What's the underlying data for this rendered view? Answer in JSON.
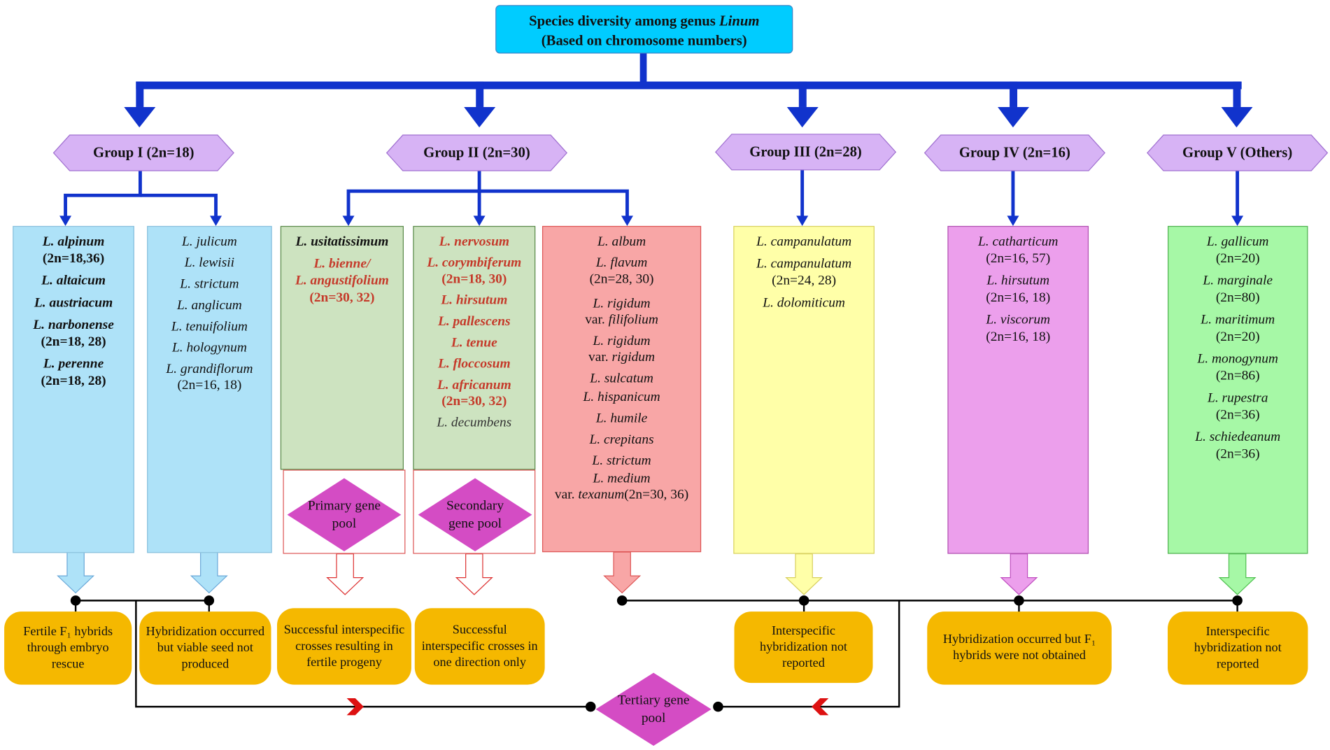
{
  "title": {
    "line1": "Species diversity among genus ",
    "genus": "Linum",
    "line2": "(Based on chromosome numbers)"
  },
  "groups": [
    {
      "label": "Group I (2n=18)"
    },
    {
      "label": "Group II (2n=30)"
    },
    {
      "label": "Group III (2n=28)"
    },
    {
      "label": "Group IV (2n=16)"
    },
    {
      "label": "Group V (Others)"
    }
  ],
  "boxes": {
    "g1a": [
      {
        "sp": "L. alpinum",
        "ch": "(2n=18,36)"
      },
      {
        "sp": "L. altaicum"
      },
      {
        "sp": "L. austriacum"
      },
      {
        "sp": "L. narbonense",
        "ch": "(2n=18, 28)"
      },
      {
        "sp": "L. perenne",
        "ch": "(2n=18, 28)"
      }
    ],
    "g1b": [
      {
        "sp": "L. julicum"
      },
      {
        "sp": "L. lewisii"
      },
      {
        "sp": "L. strictum"
      },
      {
        "sp": "L. anglicum"
      },
      {
        "sp": "L. tenuifolium"
      },
      {
        "sp": "L. hologynum"
      },
      {
        "sp": "L. grandiflorum",
        "ch": "(2n=16, 18)"
      }
    ],
    "g2a": [
      {
        "sp": "L. usitatissimum"
      },
      {
        "sp": "L. bienne/",
        "sp2": "L. angustifolium",
        "ch": "(2n=30, 32)"
      }
    ],
    "g2b": [
      {
        "sp": "L. nervosum"
      },
      {
        "sp": "L. corymbiferum",
        "ch": "(2n=18, 30)"
      },
      {
        "sp": "L. hirsutum"
      },
      {
        "sp": "L. pallescens"
      },
      {
        "sp": "L. tenue"
      },
      {
        "sp": "L. floccosum"
      },
      {
        "sp": "L. africanum",
        "ch": "(2n=30, 32)"
      },
      {
        "sp": "L. decumbens"
      }
    ],
    "g2c": [
      {
        "sp": "L. album"
      },
      {
        "sp": "L. flavum",
        "ch": "(2n=28, 30)"
      },
      {
        "sp": "L. rigidum",
        "var": "var. ",
        "varsp": "filifolium"
      },
      {
        "sp": "L. rigidum",
        "var": "var. ",
        "varsp": "rigidum"
      },
      {
        "sp": "L. sulcatum"
      },
      {
        "sp": "L. hispanicum"
      },
      {
        "sp": "L. humile"
      },
      {
        "sp": "L. crepitans"
      },
      {
        "sp": "L. strictum"
      },
      {
        "sp": "L. medium",
        "var": "var. ",
        "varsp": "texanum",
        "ch": "(2n=30, 36)"
      }
    ],
    "g3": [
      {
        "sp": "L. campanulatum"
      },
      {
        "sp": "L. campanulatum",
        "ch": "(2n=24, 28)"
      },
      {
        "sp": "L. dolomiticum"
      }
    ],
    "g4": [
      {
        "sp": "L. catharticum",
        "ch": "(2n=16, 57)"
      },
      {
        "sp": "L. hirsutum",
        "ch": "(2n=16, 18)"
      },
      {
        "sp": "L. viscorum",
        "ch": "(2n=16, 18)"
      }
    ],
    "g5": [
      {
        "sp": "L. gallicum",
        "ch": "(2n=20)"
      },
      {
        "sp": "L. marginale",
        "ch": "(2n=80)"
      },
      {
        "sp": "L. maritimum",
        "ch": "(2n=20)"
      },
      {
        "sp": "L. monogynum",
        "ch": "(2n=86)"
      },
      {
        "sp": "L. rupestra",
        "ch": "(2n=36)"
      },
      {
        "sp": "L. schiedeanum",
        "ch": "(2n=36)"
      }
    ]
  },
  "pools": {
    "primary": "Primary gene pool",
    "secondary": "Secondary gene pool",
    "tertiary": "Tertiary gene pool"
  },
  "outcomes": {
    "o1": "Fertile F₁ hybrids through embryo rescue",
    "o2": "Hybridization occurred but viable seed not produced",
    "o3": "Successful interspecific crosses resulting in fertile progeny",
    "o4": "Successful interspecific crosses in one direction only",
    "o5": "Interspecific hybridization not reported",
    "o6": "Hybridization occurred but F₁ hybrids were not obtained",
    "o7": "Interspecific hybridization not reported"
  },
  "colors": {
    "title": "#00ccff",
    "hex": "#d7b3f5",
    "arrow": "#1133cc",
    "g1": "#aee2f8",
    "g2a": "#cde3c0",
    "g2c": "#f8a6a6",
    "g3": "#ffffa8",
    "g4": "#ec9fec",
    "g5": "#a6f8a6",
    "outcome": "#f5b800",
    "diamond": "#d44cc4"
  }
}
